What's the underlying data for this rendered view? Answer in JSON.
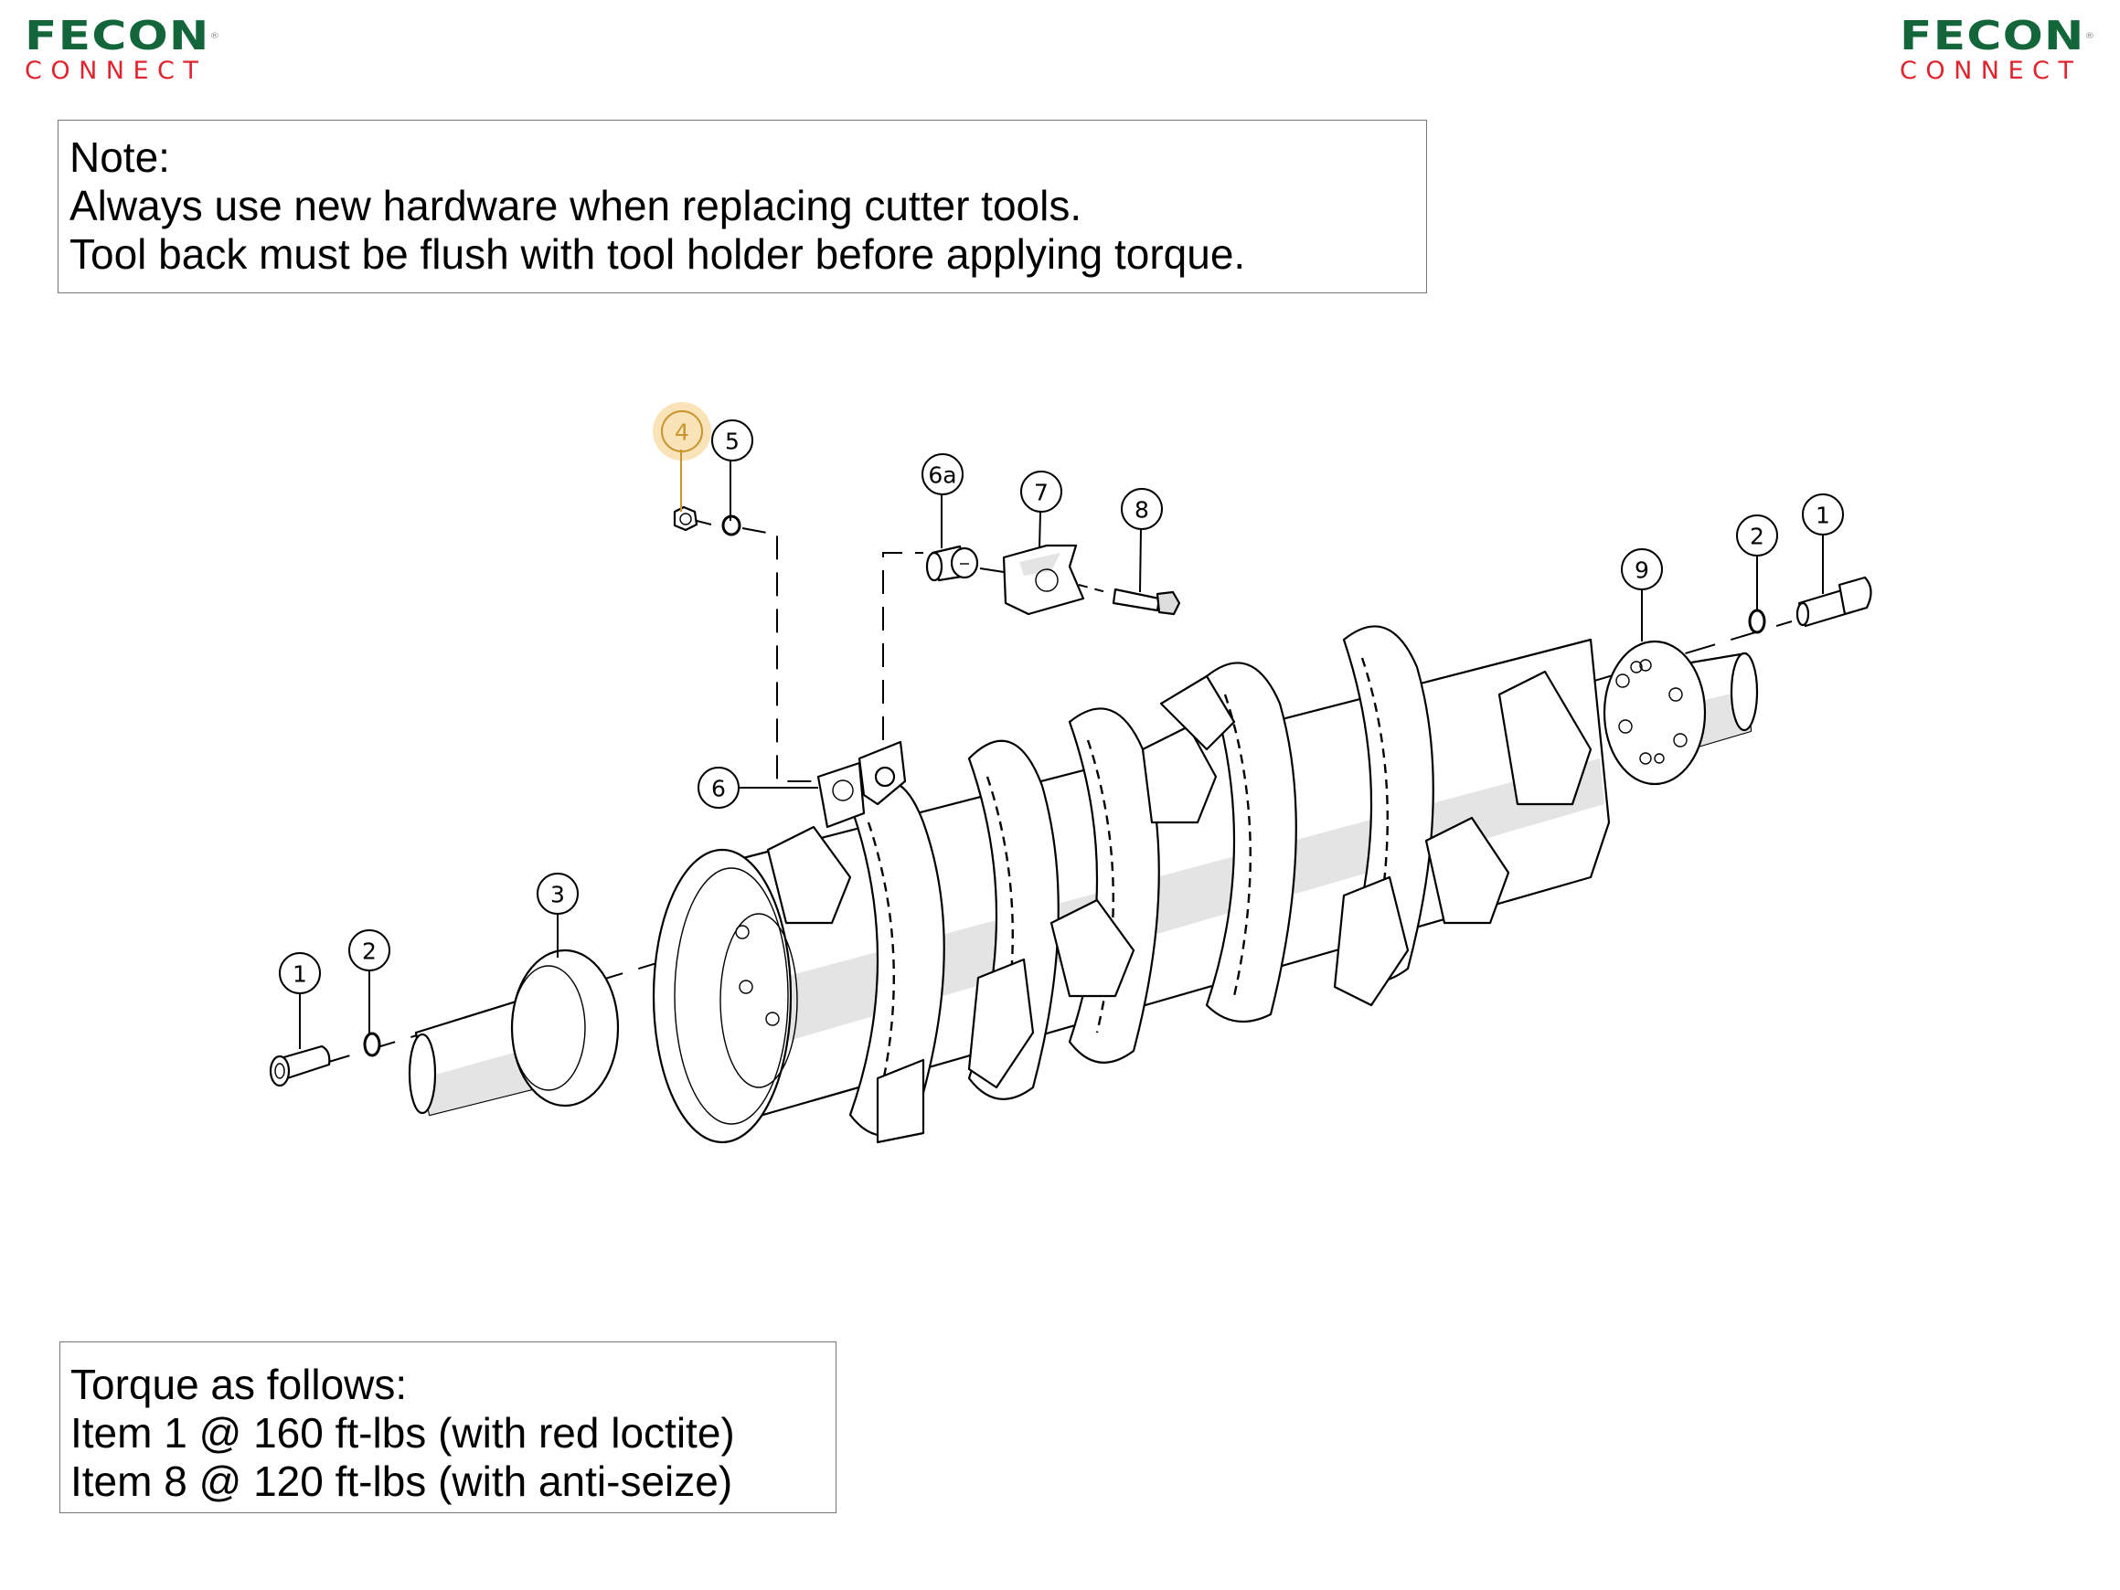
{
  "logos": {
    "left": {
      "brand": "FECON",
      "registered": "®",
      "sub": "CONNECT"
    },
    "right": {
      "brand": "FECON",
      "registered": "®",
      "sub": "CONNECT"
    }
  },
  "colors": {
    "brand_green": "#12663a",
    "brand_red": "#e0242f",
    "highlight_fill": "#fae3b8",
    "highlight_stroke": "#c8962e"
  },
  "note": {
    "lines": [
      "Note:",
      "Always use new hardware when replacing cutter tools.",
      "Tool back must be flush with tool holder before applying torque."
    ]
  },
  "torque": {
    "lines": [
      "Torque as follows:",
      "Item 1 @ 160 ft-lbs (with red loctite)",
      "Item 8 @ 120 ft-lbs (with anti-seize)"
    ]
  },
  "callouts": [
    {
      "id": "4",
      "label": "4",
      "highlighted": true
    },
    {
      "id": "5",
      "label": "5",
      "highlighted": false
    },
    {
      "id": "6a",
      "label": "6a",
      "highlighted": false
    },
    {
      "id": "7",
      "label": "7",
      "highlighted": false
    },
    {
      "id": "8",
      "label": "8",
      "highlighted": false
    },
    {
      "id": "6",
      "label": "6",
      "highlighted": false
    },
    {
      "id": "9",
      "label": "9",
      "highlighted": false
    },
    {
      "id": "2-right",
      "label": "2",
      "highlighted": false
    },
    {
      "id": "1-right",
      "label": "1",
      "highlighted": false
    },
    {
      "id": "3",
      "label": "3",
      "highlighted": false
    },
    {
      "id": "2-left",
      "label": "2",
      "highlighted": false
    },
    {
      "id": "1-left",
      "label": "1",
      "highlighted": false
    }
  ]
}
